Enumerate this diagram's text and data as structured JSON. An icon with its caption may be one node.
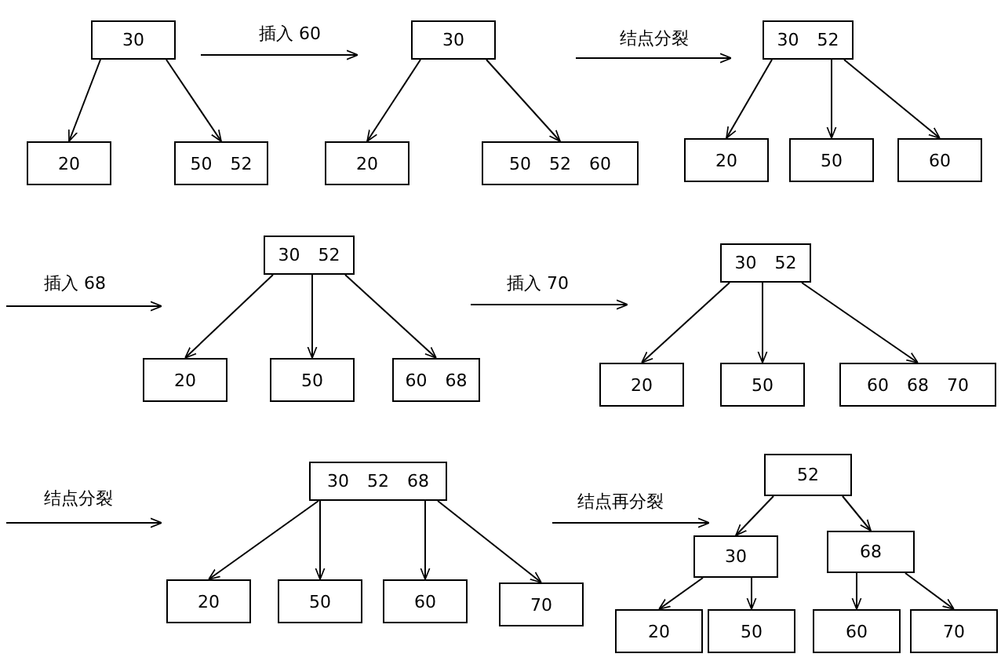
{
  "diagram": {
    "nodes": [
      {
        "text": [
          "30"
        ]
      },
      {
        "text": [
          "20"
        ]
      },
      {
        "text": [
          "50 52"
        ]
      },
      {
        "text": [
          "30"
        ]
      },
      {
        "text": [
          "20"
        ]
      },
      {
        "text": [
          "50 52 60"
        ]
      },
      {
        "text": [
          "30 52"
        ]
      },
      {
        "text": [
          "20"
        ]
      },
      {
        "text": [
          "50"
        ]
      },
      {
        "text": [
          "60"
        ]
      },
      {
        "text": [
          "30 52"
        ]
      },
      {
        "text": [
          "20"
        ]
      },
      {
        "text": [
          "50"
        ]
      },
      {
        "text": [
          "60 68"
        ]
      },
      {
        "text": [
          "30 52"
        ]
      },
      {
        "text": [
          "20"
        ]
      },
      {
        "text": [
          "50"
        ]
      },
      {
        "text": [
          "60 68 70"
        ]
      },
      {
        "text": [
          "30 52 68"
        ]
      },
      {
        "text": [
          "20"
        ]
      },
      {
        "text": [
          "50"
        ]
      },
      {
        "text": [
          "60"
        ]
      },
      {
        "text": [
          "70"
        ]
      },
      {
        "text": [
          "52"
        ]
      },
      {
        "text": [
          "30"
        ]
      },
      {
        "text": [
          "68"
        ]
      },
      {
        "text": [
          "20"
        ]
      },
      {
        "text": [
          "50"
        ]
      },
      {
        "text": [
          "60"
        ]
      },
      {
        "text": [
          "70"
        ]
      }
    ],
    "edges": [
      {
        "from": 0,
        "to": 1,
        "arrow": "to"
      },
      {
        "from": 0,
        "to": 2,
        "arrow": "to"
      },
      {
        "from": 3,
        "to": 4,
        "arrow": "to"
      },
      {
        "from": 3,
        "to": 5,
        "arrow": "to"
      },
      {
        "from": 6,
        "to": 7,
        "arrow": "to"
      },
      {
        "from": 6,
        "to": 8,
        "arrow": "to"
      },
      {
        "from": 6,
        "to": 9,
        "arrow": "to"
      },
      {
        "from": 10,
        "to": 11,
        "arrow": "to"
      },
      {
        "from": 10,
        "to": 12,
        "arrow": "to"
      },
      {
        "from": 10,
        "to": 13,
        "arrow": "to"
      },
      {
        "from": 14,
        "to": 15,
        "arrow": "to"
      },
      {
        "from": 14,
        "to": 16,
        "arrow": "to"
      },
      {
        "from": 14,
        "to": 17,
        "arrow": "to"
      },
      {
        "from": 18,
        "to": 19,
        "arrow": "to"
      },
      {
        "from": 18,
        "to": 20,
        "arrow": "to"
      },
      {
        "from": 18,
        "to": 21,
        "arrow": "to"
      },
      {
        "from": 18,
        "to": 22,
        "arrow": "to"
      },
      {
        "from": 23,
        "to": 24,
        "arrow": "to"
      },
      {
        "from": 23,
        "to": 25,
        "arrow": "to"
      },
      {
        "from": 24,
        "to": 26,
        "arrow": "to"
      },
      {
        "from": 24,
        "to": 27,
        "arrow": "to"
      },
      {
        "from": 25,
        "to": 28,
        "arrow": "to"
      },
      {
        "from": 25,
        "to": 29,
        "arrow": "to"
      }
    ],
    "labels": [
      "插入 60",
      "结点分裂",
      "插入 68",
      "插入 70",
      "结点分裂",
      "结点再分裂"
    ]
  }
}
